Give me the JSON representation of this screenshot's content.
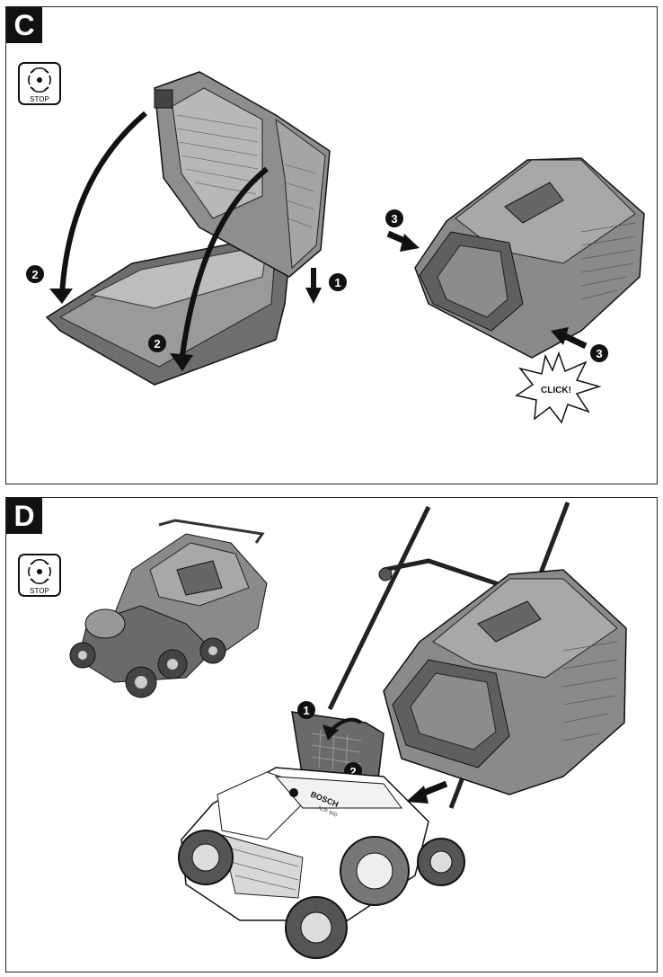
{
  "panels": [
    {
      "letter": "C",
      "stop_label": "STOP",
      "click_text": "CLICK!",
      "step_markers": [
        "2",
        "2",
        "1",
        "3",
        "3"
      ]
    },
    {
      "letter": "D",
      "stop_label": "STOP",
      "step_markers": [
        "1",
        "2"
      ],
      "brand_text": "BOSCH",
      "model_text": "ALR 900"
    }
  ],
  "colors": {
    "marker_fill": "#111111",
    "marker_text": "#ffffff",
    "grey_body": "#8a8a8a",
    "dark_grey": "#5a5a5a"
  },
  "icons": [
    "stop-rotation-icon"
  ]
}
